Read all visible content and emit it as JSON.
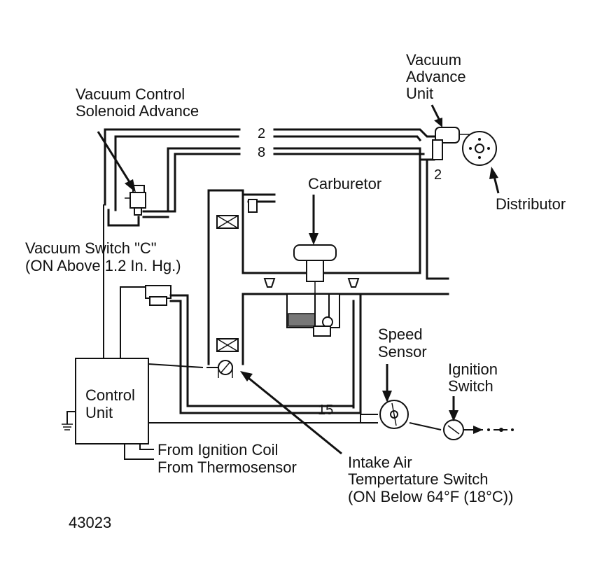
{
  "labels": {
    "vacuum_control_solenoid_line1": "Vacuum Control",
    "vacuum_control_solenoid_line2": "Solenoid Advance",
    "vacuum_advance_line1": "Vacuum",
    "vacuum_advance_line2": "Advance",
    "vacuum_advance_line3": "Unit",
    "carburetor": "Carburetor",
    "distributor": "Distributor",
    "vacuum_switch_line1": "Vacuum Switch \"C\"",
    "vacuum_switch_line2": "(ON Above 1.2 In. Hg.)",
    "speed_sensor_line1": "Speed",
    "speed_sensor_line2": "Sensor",
    "ignition_switch_line1": "Ignition",
    "ignition_switch_line2": "Switch",
    "control_unit_line1": "Control",
    "control_unit_line2": "Unit",
    "from_ignition_coil": "From Ignition Coil",
    "from_thermosensor": "From Thermosensor",
    "intake_air_line1": "Intake Air",
    "intake_air_line2": "Tempertature Switch",
    "intake_air_line3": "(ON Below 64°F (18°C))",
    "figure_number": "43023"
  },
  "hose_numbers": {
    "top_hose": "2",
    "second_hose": "8",
    "advance_hose": "2",
    "bottom_hose": "15"
  },
  "colors": {
    "ink": "#111111",
    "background": "#ffffff"
  }
}
